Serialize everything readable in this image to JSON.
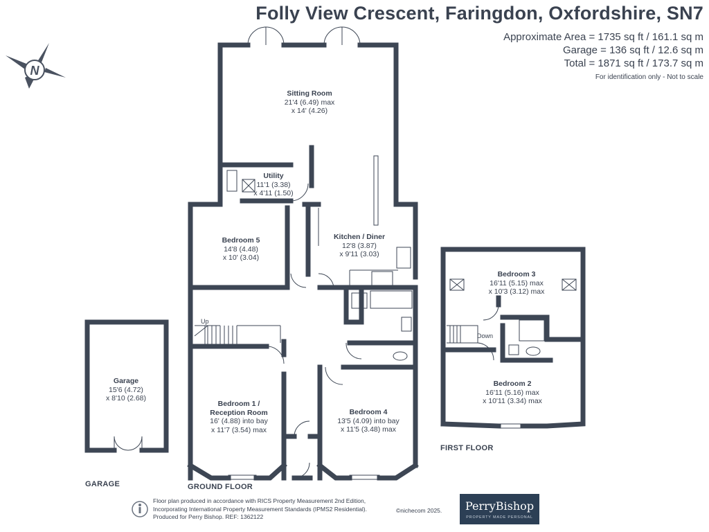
{
  "header": {
    "title": "Folly View Crescent, Faringdon, Oxfordshire, SN7",
    "areas": [
      "Approximate Area = 1735 sq ft / 161.1 sq m",
      "Garage = 136 sq ft / 12.6 sq m",
      "Total = 1871 sq ft / 173.7 sq m"
    ],
    "note": "For identification only - Not to scale"
  },
  "compass": {
    "letter": "N"
  },
  "rooms": {
    "sitting_room": {
      "name": "Sitting Room",
      "dims": [
        "21'4 (6.49) max",
        "x 14' (4.26)"
      ]
    },
    "utility": {
      "name": "Utility",
      "dims": [
        "11'1 (3.38)",
        "x 4'11 (1.50)"
      ]
    },
    "kitchen": {
      "name": "Kitchen / Diner",
      "dims": [
        "12'8 (3.87)",
        "x 9'11 (3.03)"
      ]
    },
    "bedroom5": {
      "name": "Bedroom 5",
      "dims": [
        "14'8 (4.48)",
        "x 10' (3.04)"
      ]
    },
    "bedroom1": {
      "name": "Bedroom 1 /",
      "name2": "Reception Room",
      "dims": [
        "16' (4.88) into bay",
        "x 11'7 (3.54) max"
      ]
    },
    "bedroom4": {
      "name": "Bedroom 4",
      "dims": [
        "13'5 (4.09) into bay",
        "x 11'5 (3.48) max"
      ]
    },
    "garage": {
      "name": "Garage",
      "dims": [
        "15'6 (4.72)",
        "x 8'10 (2.68)"
      ]
    },
    "bedroom3": {
      "name": "Bedroom 3",
      "dims": [
        "16'11 (5.15) max",
        "x 10'3 (3.12) max"
      ]
    },
    "bedroom2": {
      "name": "Bedroom 2",
      "dims": [
        "16'11 (5.16) max",
        "x 10'11 (3.34) max"
      ]
    }
  },
  "labels": {
    "up": "Up",
    "down": "Down"
  },
  "floors": {
    "ground": "GROUND FLOOR",
    "first": "FIRST FLOOR",
    "garage": "GARAGE"
  },
  "footer": {
    "lines": [
      "Floor plan produced in accordance with RICS Property Measurement 2nd Edition,",
      "Incorporating International Property Measurement Standards (IPMS2 Residential).",
      "Produced for Perry Bishop.   REF: 1362122"
    ],
    "copyright": "©nichecom 2025."
  },
  "brand": {
    "name": "PerryBishop",
    "tagline": "PROPERTY MADE PERSONAL"
  },
  "colors": {
    "wall": "#3d4654",
    "text": "#3a4250",
    "brand_bg": "#2c3f55"
  }
}
